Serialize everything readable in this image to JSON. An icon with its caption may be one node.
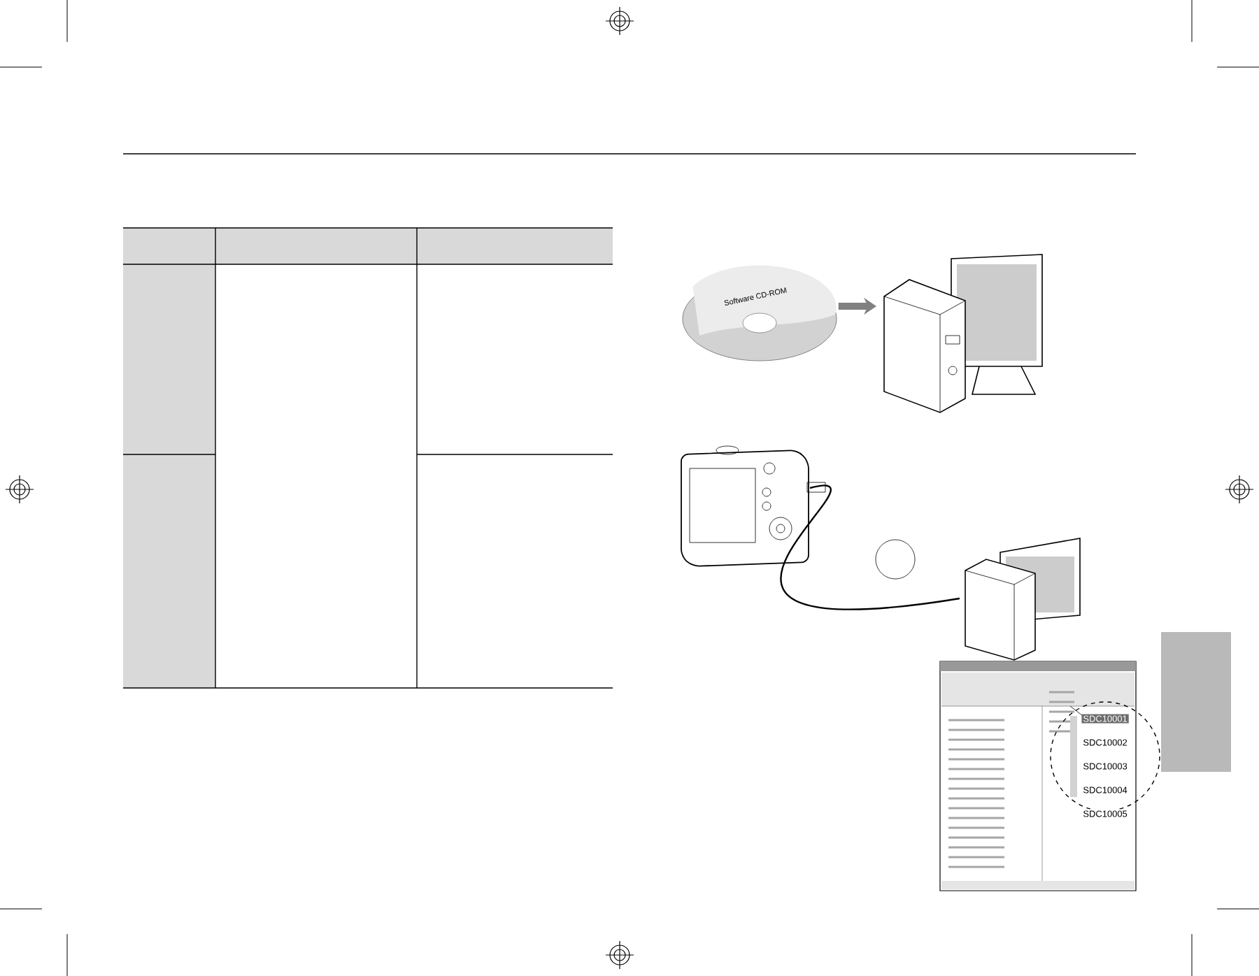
{
  "diagram": {
    "nodes": [
      {
        "text": [
          "Software CD-ROM"
        ]
      },
      {
        "text": [],
        "shape": "picture"
      },
      {
        "text": [],
        "shape": "picture"
      },
      {
        "text": [],
        "shape": "picture"
      },
      {
        "text": [],
        "shape": "box"
      }
    ],
    "edges": [
      {
        "from": 0,
        "to": 1,
        "arrow": "to",
        "style": "thick",
        "color": "#808080"
      },
      {
        "from": 2,
        "to": 3,
        "arrow": "none",
        "color": "#000000"
      }
    ],
    "labels": [
      "SDC10001",
      "SDC10002",
      "SDC10003",
      "SDC10004",
      "SDC10005"
    ]
  }
}
